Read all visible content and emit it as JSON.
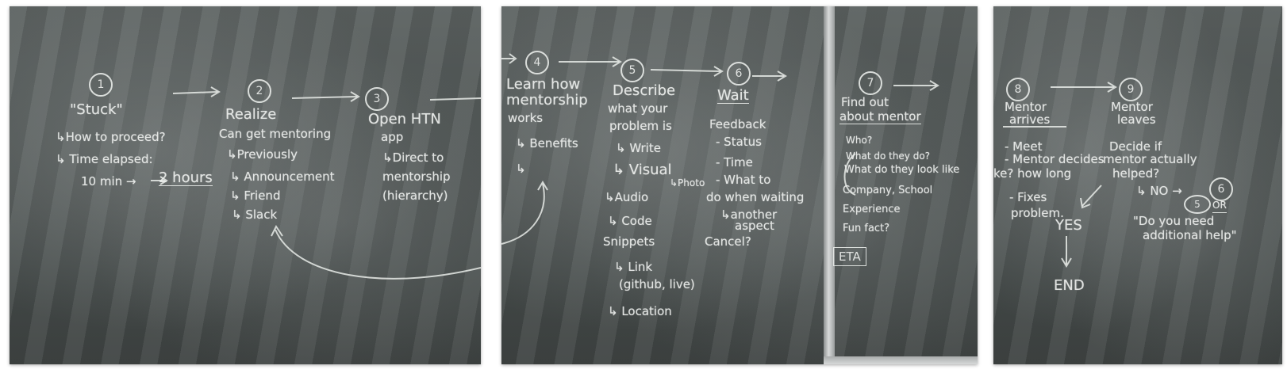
{
  "panel1": {
    "num1": "1",
    "stuck": "\"Stuck\"",
    "how_to_proceed": "↳How to proceed?",
    "time_elapsed": "↳ Time elapsed:",
    "min_hours_a": "10 min →",
    "min_hours_b": "2 hours",
    "num2": "2",
    "realize": "Realize",
    "can_get_mentoring": "Can get mentoring",
    "previously": "↳Previously",
    "announcement": "↳ Announcement",
    "friend": "↳ Friend",
    "slack": "↳ Slack",
    "num3": "3",
    "open_htn": "Open HTN",
    "app": "app",
    "direct_to": "↳Direct to",
    "mentorship": "mentorship",
    "hierarchy": "(hierarchy)"
  },
  "panel2": {
    "num4": "4",
    "learn_how": "Learn how",
    "mentorship": "mentorship",
    "works": "works",
    "benefits": "↳ Benefits",
    "empty_arrow": "↳",
    "num5": "5",
    "describe": "Describe",
    "what_your": "what your",
    "problem_is": "problem is",
    "write": "↳ Write",
    "visual": "↳ Visual",
    "photo": "↳Photo",
    "audio": "↳Audio",
    "code": "↳ Code",
    "snippets": "Snippets",
    "link": "↳ Link",
    "github_live": "(github, live)",
    "location": "↳ Location",
    "num6": "6",
    "wait": "Wait",
    "feedback": "Feedback",
    "status": "- Status",
    "time": "- Time",
    "what_to": "- What to",
    "do_when_waiting": "do when waiting",
    "another": "↳another",
    "aspect": "aspect",
    "cancel": "Cancel?",
    "num7": "7",
    "find_out": "Find out",
    "about_mentor": "about mentor",
    "who": "Who?",
    "what_do_they_do": "What do they do?",
    "what_look_like": "What do they look like",
    "company_school": "Company, School",
    "experience": "Experience",
    "fun_fact": "Fun fact?",
    "eta": "ETA"
  },
  "panel3": {
    "num8": "8",
    "mentor_arrives_a": "Mentor",
    "mentor_arrives_b": "arrives",
    "meet": "- Meet",
    "mentor_decides": "- Mentor decides",
    "how_long": "ke? how long",
    "fixes": "- Fixes",
    "problem": "problem.",
    "num9": "9",
    "mentor_leaves_a": "Mentor",
    "mentor_leaves_b": "leaves",
    "decide_if": "Decide if",
    "mentor_actually": "mentor actually",
    "helped": "helped?",
    "no": "↳ NO →",
    "num6b": "6",
    "num5b": "5",
    "or": "OR",
    "need_help_a": "\"Do you need",
    "need_help_b": "additional help\"",
    "yes": "YES",
    "end": "END"
  }
}
